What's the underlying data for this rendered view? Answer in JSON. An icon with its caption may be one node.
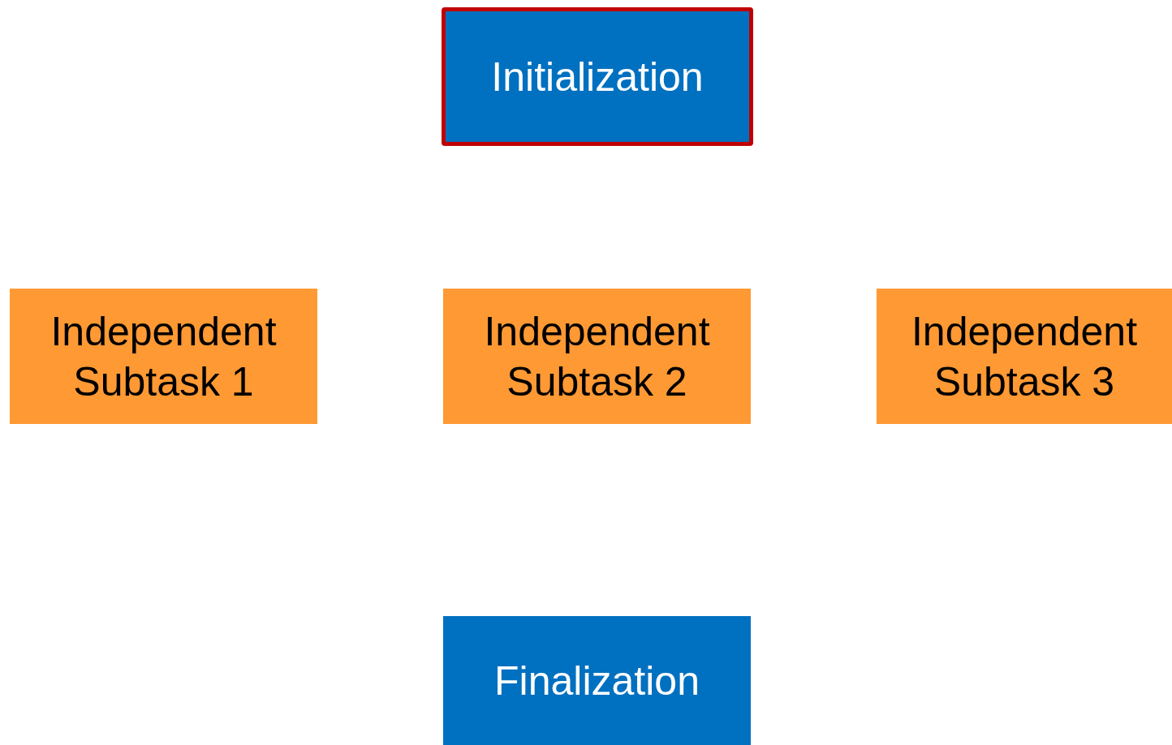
{
  "diagram": {
    "nodes": [
      {
        "text": [
          "Initialization"
        ]
      },
      {
        "text": [
          "Independent Subtask 1"
        ]
      },
      {
        "text": [
          "Independent Subtask 2"
        ]
      },
      {
        "text": [
          "Independent Subtask 3"
        ]
      },
      {
        "text": [
          "Finalization"
        ]
      }
    ]
  }
}
